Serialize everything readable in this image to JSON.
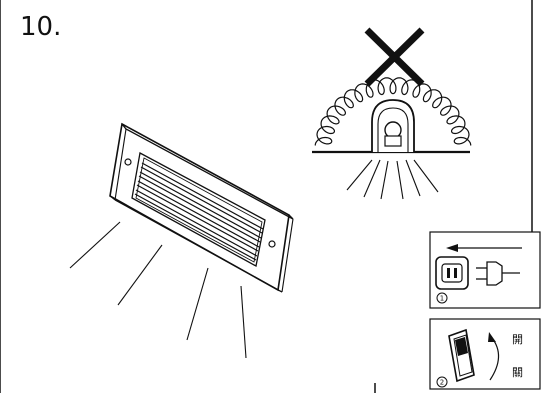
{
  "step": {
    "number": "10."
  },
  "unplug_panel": {
    "badge": "1"
  },
  "switch_panel": {
    "badge": "2",
    "on_label": "開",
    "off_label": "關"
  },
  "colors": {
    "ink": "#111111",
    "background": "#ffffff"
  }
}
